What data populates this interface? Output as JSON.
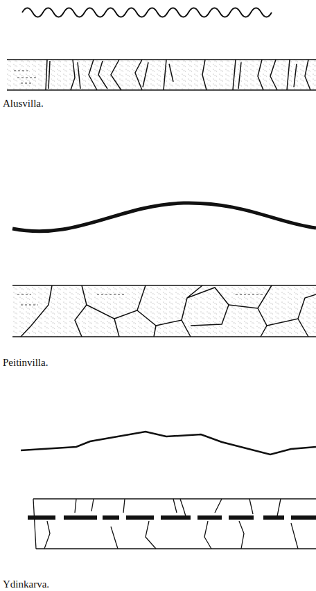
{
  "diagram": {
    "labels": [
      "Alusvilla.",
      "Peitinvilla.",
      "Ydinkarva."
    ]
  }
}
